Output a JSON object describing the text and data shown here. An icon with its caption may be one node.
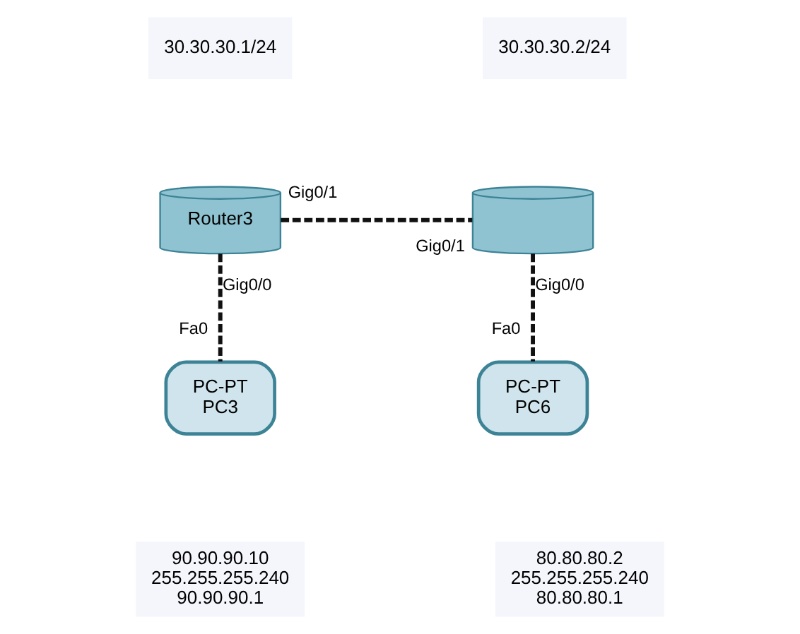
{
  "diagram": {
    "nodes": [
      {
        "text": [
          "30.30.30.1/24"
        ]
      },
      {
        "text": [
          "30.30.30.2/24"
        ]
      },
      {
        "text": [
          "Router3"
        ],
        "beside": [
          "Gig0/1",
          "Gig0/0"
        ]
      },
      {
        "text": [],
        "shape": "cylinder",
        "beside": [
          "Gig0/1",
          "Gig0/0"
        ]
      },
      {
        "text": [
          "PC-PT",
          "PC3"
        ],
        "beside": [
          "Fa0"
        ]
      },
      {
        "text": [
          "PC-PT",
          "PC6"
        ],
        "beside": [
          "Fa0"
        ]
      },
      {
        "text": [
          "90.90.90.10",
          "255.255.255.240",
          "90.90.90.1"
        ]
      },
      {
        "text": [
          "80.80.80.2",
          "255.255.255.240",
          "80.80.80.1"
        ]
      }
    ],
    "edges": [
      {
        "from": 2,
        "to": 3,
        "arrow": "none",
        "style": "dashed"
      },
      {
        "from": 2,
        "to": 4,
        "arrow": "none",
        "style": "dashed"
      },
      {
        "from": 3,
        "to": 5,
        "arrow": "none",
        "style": "dashed"
      }
    ]
  }
}
